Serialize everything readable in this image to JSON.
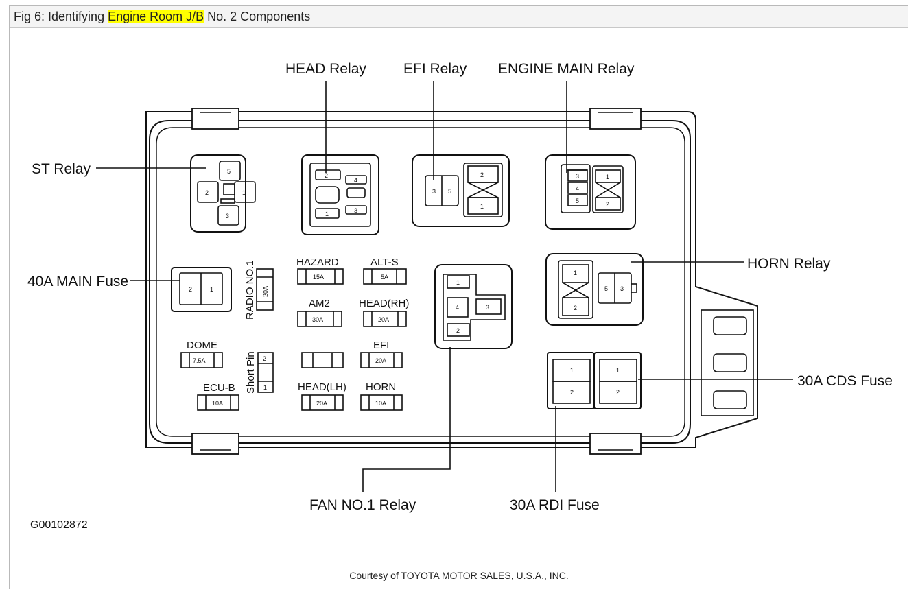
{
  "caption": {
    "prefix": "Fig 6: Identifying ",
    "highlight": "Engine Room J/B",
    "suffix": " No. 2 Components",
    "highlight_color": "#ffff00"
  },
  "callouts": {
    "head_relay": "HEAD Relay",
    "efi_relay": "EFI Relay",
    "engine_main_relay": "ENGINE MAIN Relay",
    "st_relay": "ST Relay",
    "main_fuse": "40A MAIN Fuse",
    "horn_relay": "HORN Relay",
    "cds_fuse": "30A CDS Fuse",
    "fan_relay": "FAN NO.1 Relay",
    "rdi_fuse": "30A RDI Fuse"
  },
  "fuse_labels": {
    "hazard": "HAZARD",
    "alts": "ALT-S",
    "am2": "AM2",
    "head_rh": "HEAD(RH)",
    "dome": "DOME",
    "efi": "EFI",
    "ecub": "ECU-B",
    "head_lh": "HEAD(LH)",
    "horn": "HORN",
    "radio": "RADIO NO.1",
    "short_pin": "Short Pin"
  },
  "fuse_values": {
    "hazard": "15A",
    "alts": "5A",
    "am2": "30A",
    "head_rh": "20A",
    "dome": "7.5A",
    "efi": "20A",
    "ecub": "10A",
    "head_lh": "20A",
    "horn": "10A",
    "radio": "20A"
  },
  "pins": {
    "st": [
      "5",
      "2",
      "1",
      "3"
    ],
    "head": [
      "2",
      "4",
      "1",
      "3"
    ],
    "efi": [
      "3",
      "5",
      "2",
      "1"
    ],
    "engine_main": [
      "3",
      "4",
      "5",
      "1",
      "2"
    ],
    "horn": [
      "1",
      "2",
      "5",
      "3"
    ],
    "fan": [
      "1",
      "4",
      "3",
      "2"
    ],
    "main_fuse": [
      "2",
      "1"
    ],
    "rdi": [
      "1",
      "2"
    ],
    "cds": [
      "1",
      "2"
    ],
    "short_pin": [
      "2",
      "1"
    ]
  },
  "figure_code": "G00102872",
  "courtesy": "Courtesy of TOYOTA MOTOR SALES, U.S.A., INC."
}
